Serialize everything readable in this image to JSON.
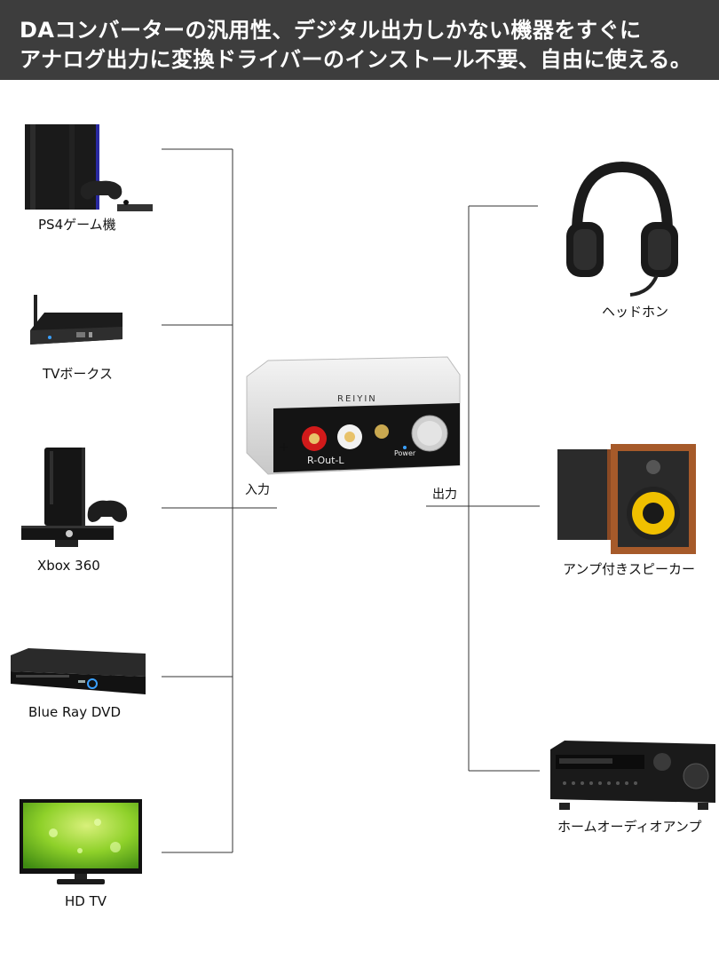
{
  "banner": {
    "line1": "DAコンバーターの汎用性、デジタル出力しかない機器をすぐに",
    "line2": "アナログ出力に変換ドライバーのインストール不要、自由に使える。"
  },
  "inputs": [
    {
      "label": "PS4ゲーム機",
      "icon": "game-console-icon"
    },
    {
      "label": "TVボークス",
      "icon": "tv-box-icon"
    },
    {
      "label": "Xbox 360",
      "icon": "xbox-console-icon"
    },
    {
      "label": "Blue Ray DVD",
      "icon": "bluray-player-icon"
    },
    {
      "label": "HD TV",
      "icon": "tv-icon"
    }
  ],
  "outputs": [
    {
      "label": "ヘッドホン",
      "icon": "headphones-icon"
    },
    {
      "label": "アンプ付きスピーカー",
      "icon": "speakers-icon"
    },
    {
      "label": "ホームオーディオアンプ",
      "icon": "av-receiver-icon"
    }
  ],
  "center": {
    "input_label": "入力",
    "output_label": "出力",
    "brand": "REIYIN",
    "port_label": "R-Out-L",
    "power_label": "Power",
    "plus": "+"
  },
  "colors": {
    "banner_bg": "#3d3d3d",
    "line": "#333333",
    "rca_red": "#d11a1a",
    "rca_white": "#f2f2f2",
    "tv_screen": "#8fd12a"
  }
}
